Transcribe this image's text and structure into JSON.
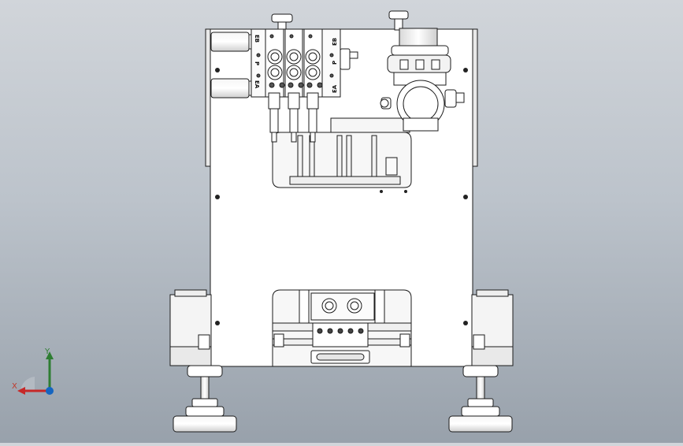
{
  "viewport": {
    "model": "pneumatic valve manifold assembly - front view",
    "background": "#c4cad1"
  },
  "valve_labels": {
    "left_top": "EB",
    "left_mid": "P",
    "left_bottom": "EA",
    "right_top": "EB",
    "right_mid": "P",
    "right_bottom": "EA"
  },
  "triad": {
    "x_label": "X",
    "y_label": "Y",
    "x_color": "#c62828",
    "y_color": "#2e7d32",
    "z_color": "#1565c0"
  },
  "icons": [
    "coordinate-triad-icon"
  ]
}
